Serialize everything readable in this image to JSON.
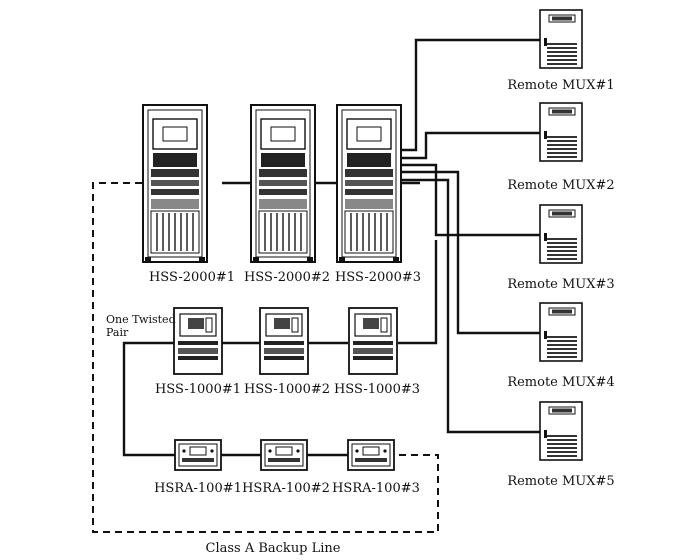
{
  "servers": [
    "HSS-2000#1",
    "HSS-2000#2",
    "HSS-2000#3"
  ],
  "panels": [
    "HSS-1000#1",
    "HSS-1000#2",
    "HSS-1000#3"
  ],
  "annunciators": [
    "HSRA-100#1",
    "HSRA-100#2",
    "HSRA-100#3"
  ],
  "remote_muxes": [
    "Remote MUX#1",
    "Remote MUX#2",
    "Remote MUX#3",
    "Remote MUX#4",
    "Remote MUX#5"
  ],
  "twisted_pair_label": [
    "One Twisted",
    "Pair"
  ],
  "backup_line_label": "Class A Backup Line"
}
